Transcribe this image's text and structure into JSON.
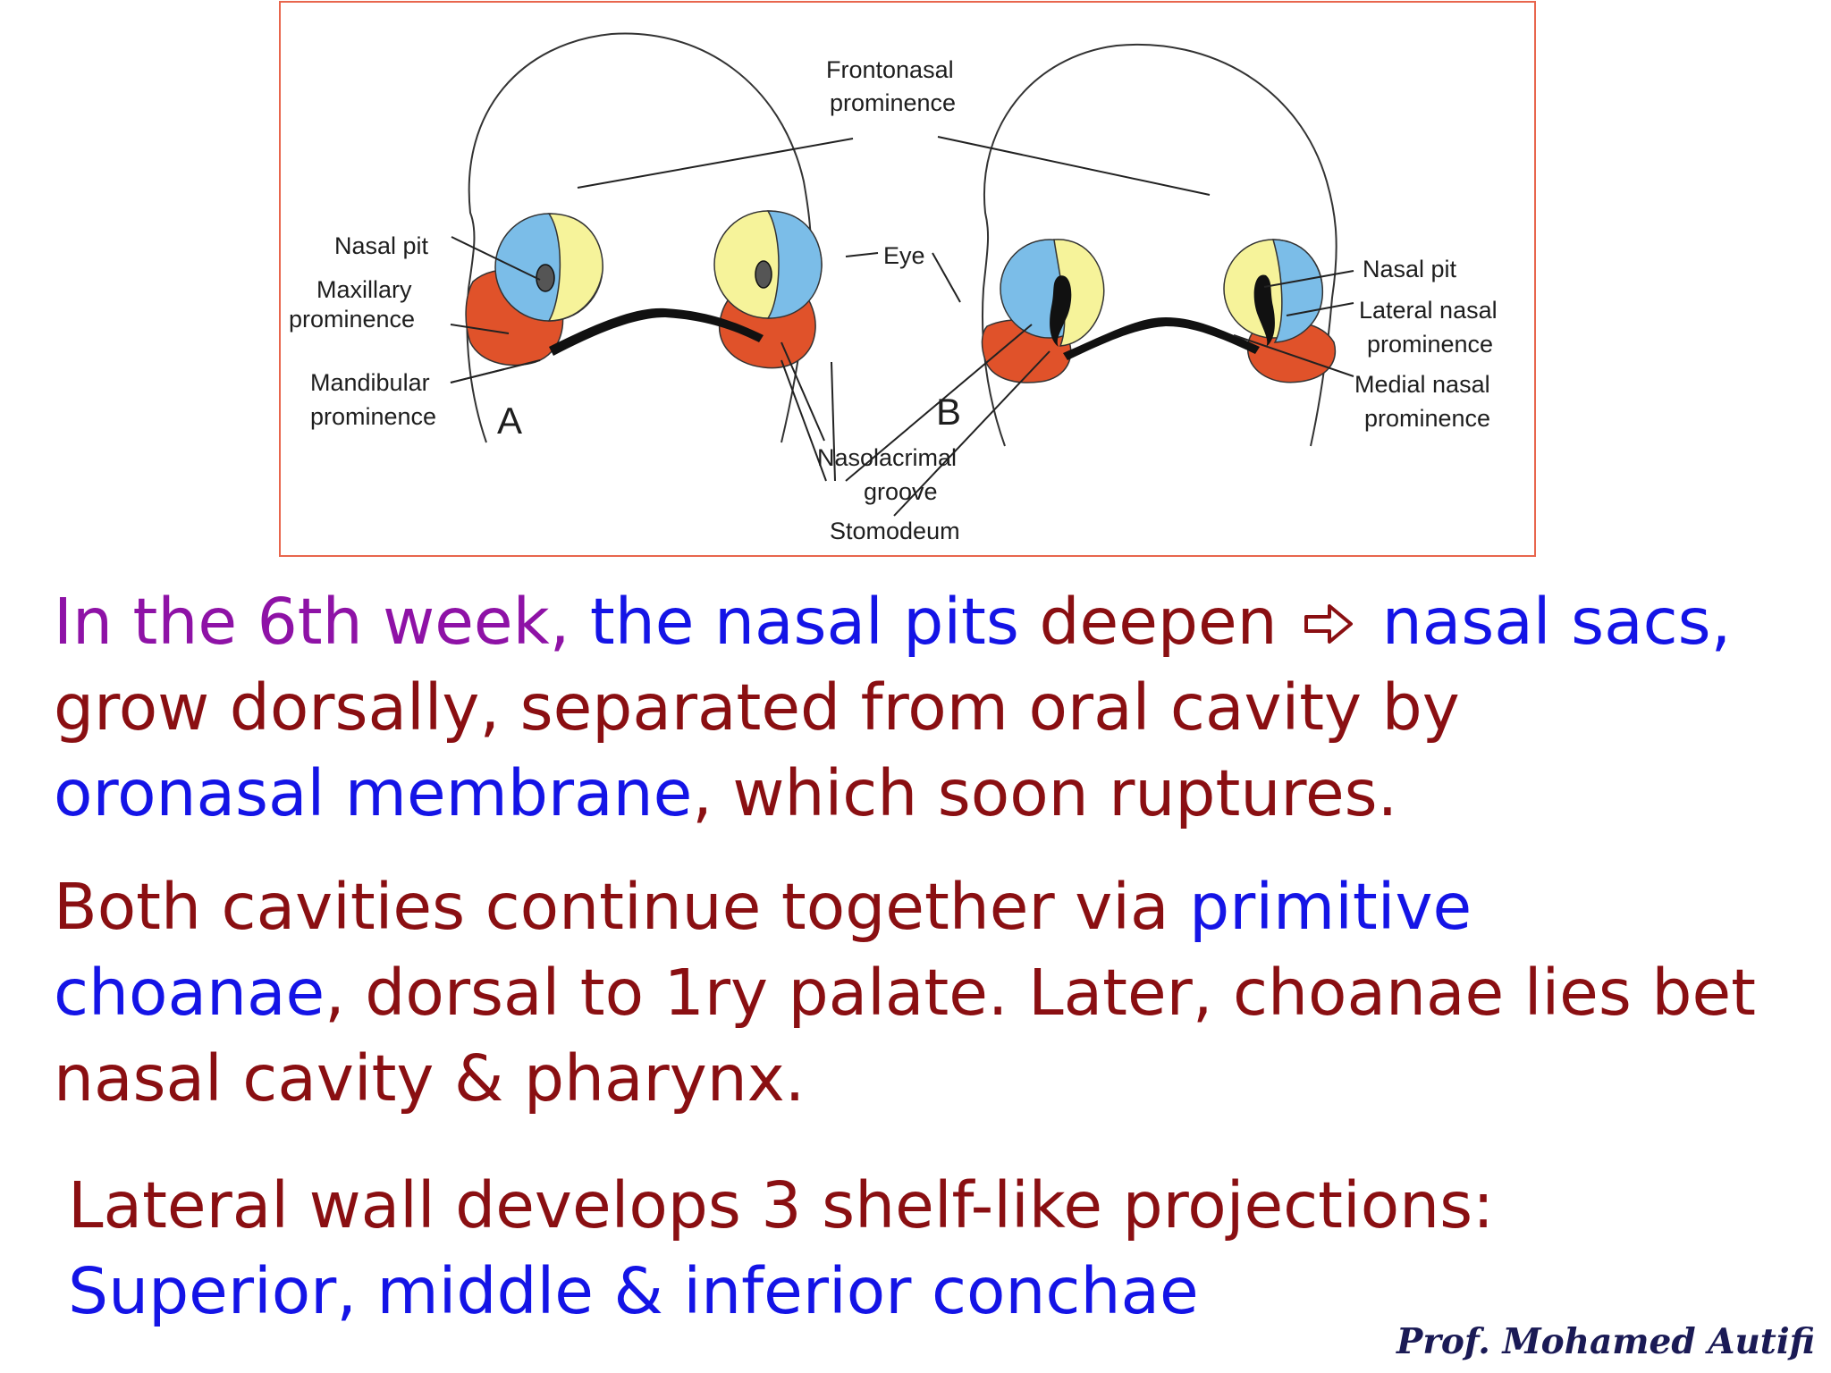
{
  "figure": {
    "labels": {
      "frontonasal_1": "Frontonasal",
      "frontonasal_2": "prominence",
      "nasal_pit_a": "Nasal pit",
      "maxillary_1": "Maxillary",
      "maxillary_2": "prominence",
      "mandibular_1": "Mandibular",
      "mandibular_2": "prominence",
      "panel_a": "A",
      "eye": "Eye",
      "panel_b": "B",
      "nasolacrimal_1": "Nasolacrimal",
      "nasolacrimal_2": "groove",
      "stomodeum": "Stomodeum",
      "nasal_pit_b": "Nasal pit",
      "lateral_nasal_1": "Lateral nasal",
      "lateral_nasal_2": "prominence",
      "medial_nasal_1": "Medial nasal",
      "medial_nasal_2": "prominence"
    },
    "colors": {
      "border": "#e8664d",
      "maxillary": "#e0522a",
      "lateral_nasal": "#7bbde8",
      "medial_nasal": "#f6f39a",
      "stomodeum": "#111111"
    }
  },
  "para1": {
    "intro": "In the 6th week,",
    "pits": " the nasal pits",
    "deepen": " deepen",
    "arrow_icon": "right-arrow-icon",
    "sacs": "nasal sacs,",
    "grow": "grow dorsally, separated from oral cavity by",
    "membrane": "oronasal membrane",
    "ruptures": ", which soon ruptures."
  },
  "para2": {
    "both": "Both cavities continue together via ",
    "primitive": "primitive",
    "choanae": "choanae",
    "dorsal": ", dorsal to 1ry palate. Later, choanae lies bet",
    "nasal_cavity": "nasal cavity & pharynx."
  },
  "para3": {
    "line1": "Lateral wall develops 3 shelf-like projections:",
    "line2": "Superior, middle & inferior conchae"
  },
  "signature": "Prof. Mohamed Autifi"
}
